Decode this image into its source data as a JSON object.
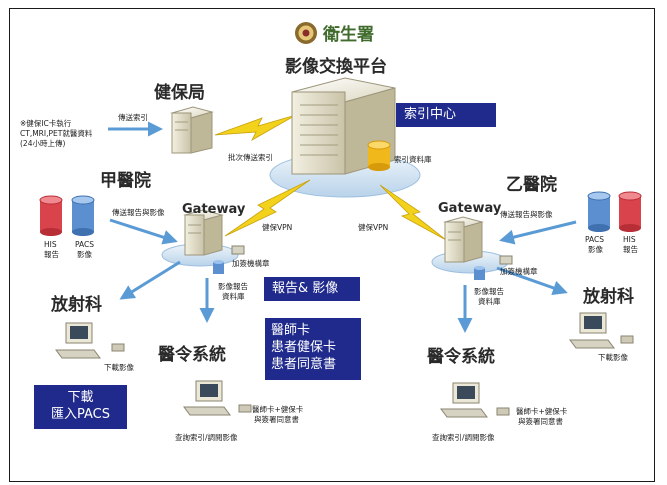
{
  "title": "衛生署",
  "platform": "影像交換平台",
  "index_center": "索引中心",
  "index_db": "索引資料庫",
  "nhi": {
    "name": "健保局",
    "note_lines": [
      "※健保IC卡執行",
      "CT,MRI,PET就醫資料",
      "(24小時上傳)"
    ],
    "send_index": "傳送索引",
    "batch_send": "批次傳送索引"
  },
  "hospital_a": {
    "name": "甲醫院",
    "gateway": "Gateway",
    "his": [
      "HIS",
      "報告"
    ],
    "pacs": [
      "PACS",
      "影像"
    ],
    "send_report": "傳送報告與影像",
    "vpn": "健保VPN",
    "encryptor": "加簽機構章",
    "db": [
      "影像報告",
      "資料庫"
    ],
    "radiology": "放射科",
    "download": "下載影像",
    "order_system": "醫令系統",
    "cards": [
      "醫師卡+健保卡",
      "與簽署同意書"
    ],
    "query": "查詢索引/調閱影像"
  },
  "hospital_b": {
    "name": "乙醫院",
    "gateway": "Gateway",
    "pacs": [
      "PACS",
      "影像"
    ],
    "his": [
      "HIS",
      "報告"
    ],
    "send_report": "傳送報告與影像",
    "vpn": "健保VPN",
    "encryptor": "加簽機構章",
    "db": [
      "影像報告",
      "資料庫"
    ],
    "radiology": "放射科",
    "download": "下載影像",
    "order_system": "醫令系統",
    "cards": [
      "醫師卡+健保卡",
      "與簽署同意書"
    ],
    "query": "查詢索引/調閱影像"
  },
  "callouts": {
    "report_image": "報告& 影像",
    "cards_lines": [
      "醫師卡",
      "患者健保卡",
      "患者同意書"
    ],
    "download_lines": [
      "下載",
      "匯入PACS"
    ]
  },
  "colors": {
    "callout_bg": "#1f2a8c",
    "arrow": "#5b9bd5",
    "bolt": "#f2d21a",
    "db_red": "#d9434b",
    "db_blue": "#5b8fd0",
    "db_gold": "#f0b81a"
  }
}
